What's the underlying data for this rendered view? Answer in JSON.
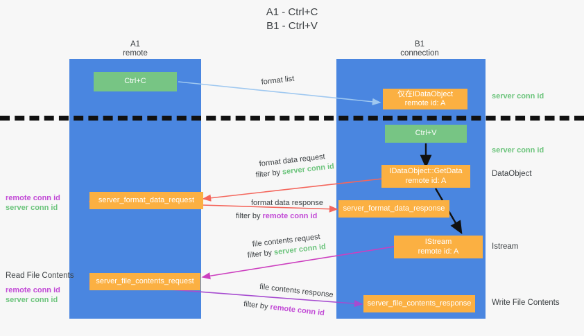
{
  "title": {
    "line1": "A1 - Ctrl+C",
    "line2": "B1 - Ctrl+V"
  },
  "colors": {
    "lane": "#4a86e0",
    "green_box": "#77c584",
    "orange_box": "#fbb042",
    "server_conn_id": "#6cc47c",
    "remote_conn_id": "#c24bd6",
    "arrow_blue": "#9fc8f0",
    "arrow_red": "#f4665c",
    "arrow_magenta": "#cc3fbf",
    "arrow_purple": "#a64bd0",
    "arrow_black": "#111111",
    "background": "#f7f7f7"
  },
  "lanes": [
    {
      "name": "A1",
      "role": "remote"
    },
    {
      "name": "B1",
      "role": "connection"
    }
  ],
  "nodes": {
    "ctrl_c": "Ctrl+C",
    "ctrl_v": "Ctrl+V",
    "data_object_top_l1": "仅在IDataObject",
    "data_object_top_l2": "remote id: A",
    "getdata_l1": "IDataObject::GetData",
    "getdata_l2": "remote id: A",
    "istream_l1": "IStream",
    "istream_l2": "remote id: A",
    "server_format_data_request": "server_format_data_request",
    "server_format_data_response": "server_format_data_response",
    "server_file_contents_request": "server_file_contents_request",
    "server_file_contents_response": "server_file_contents_response"
  },
  "edge_labels": {
    "format_list": "format list",
    "format_data_request": "format data request",
    "format_data_request_filter_prefix": "filter by ",
    "format_data_request_filter_value": "server conn id",
    "format_data_response": "format data response",
    "format_data_response_filter_prefix": "filter by ",
    "format_data_response_filter_value": "remote conn id",
    "file_contents_request": "file contents request",
    "file_contents_request_filter_prefix": "filter by ",
    "file_contents_request_filter_value": "server conn id",
    "file_contents_response": "file contents response",
    "file_contents_response_filter_prefix": "filter by ",
    "file_contents_response_filter_value": "remote conn id"
  },
  "right_labels": {
    "server_conn_id_top": "server conn id",
    "server_conn_id_mid": "server conn id",
    "data_object": "DataObject",
    "istream": "Istream",
    "write_file_contents": "Write File Contents"
  },
  "left_labels": {
    "remote_conn_id_1": "remote conn id",
    "server_conn_id_1": "server conn id",
    "read_file_contents": "Read File Contents",
    "remote_conn_id_2": "remote conn id",
    "server_conn_id_2": "server conn id"
  }
}
